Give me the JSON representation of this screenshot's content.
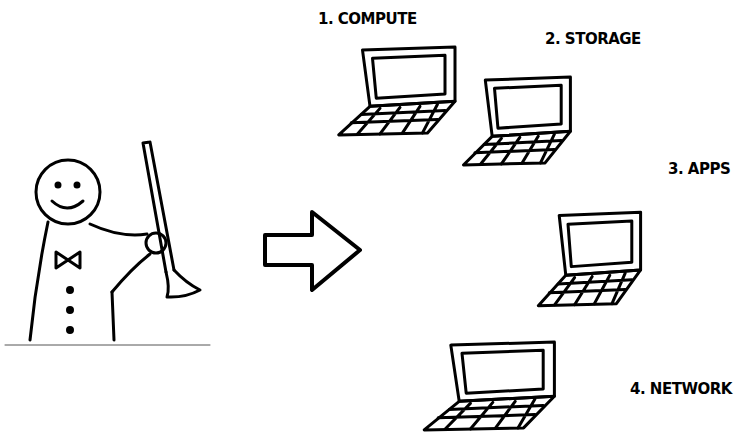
{
  "diagram": {
    "nodes": [
      {
        "text": [
          "1. COMPUTE"
        ]
      },
      {
        "text": [
          "2. STORAGE"
        ]
      },
      {
        "text": [
          "3. APPS"
        ]
      },
      {
        "text": [
          "4. NETWORK"
        ]
      }
    ]
  }
}
